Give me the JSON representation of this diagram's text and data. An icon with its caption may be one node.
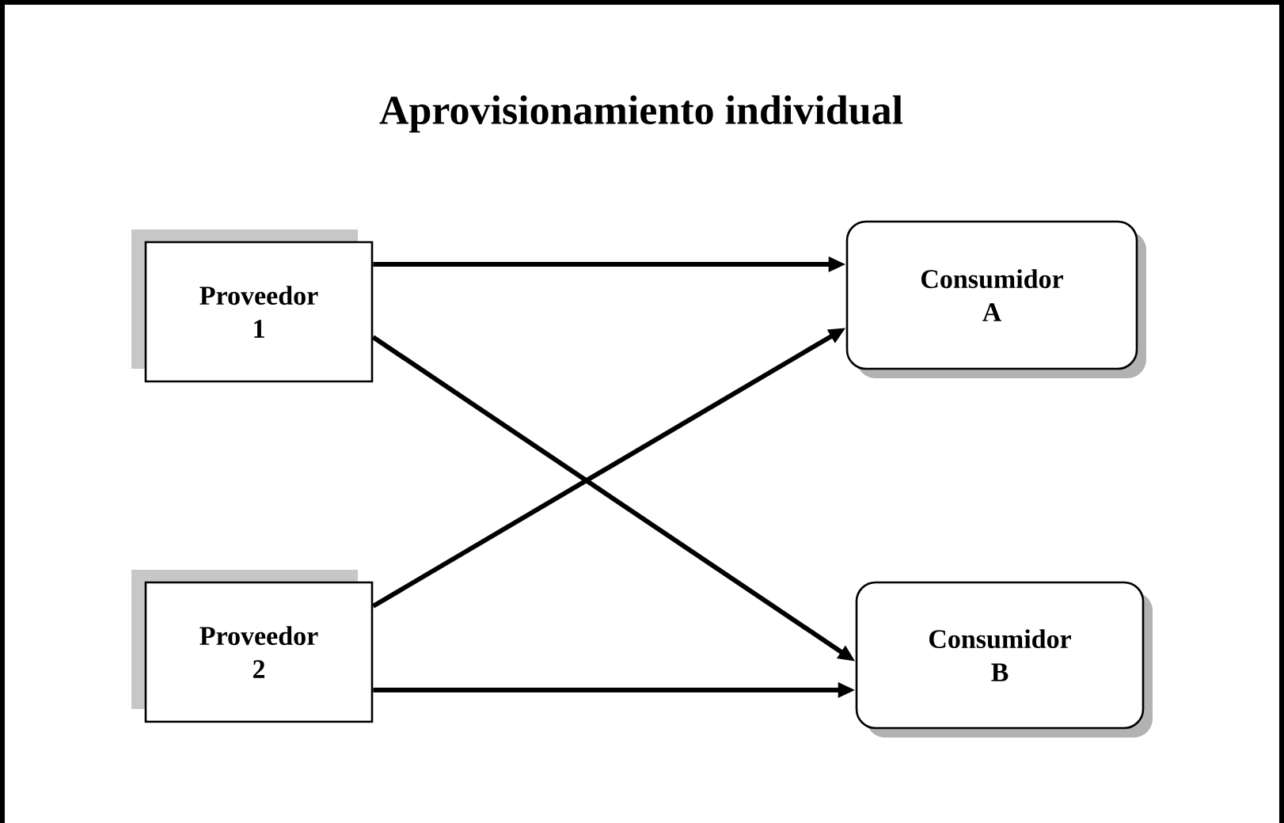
{
  "diagram": {
    "title": "Aprovisionamiento individual",
    "nodes": [
      {
        "text": [
          "Proveedor 1"
        ]
      },
      {
        "text": [
          "Consumidor A"
        ]
      },
      {
        "text": [
          "Proveedor 2"
        ]
      },
      {
        "text": [
          "Consumidor B"
        ]
      }
    ],
    "edges": [
      {
        "from": 0,
        "to": 1,
        "arrow": "to"
      },
      {
        "from": 0,
        "to": 3,
        "arrow": "to"
      },
      {
        "from": 2,
        "to": 1,
        "arrow": "to"
      },
      {
        "from": 2,
        "to": 3,
        "arrow": "to"
      }
    ]
  }
}
